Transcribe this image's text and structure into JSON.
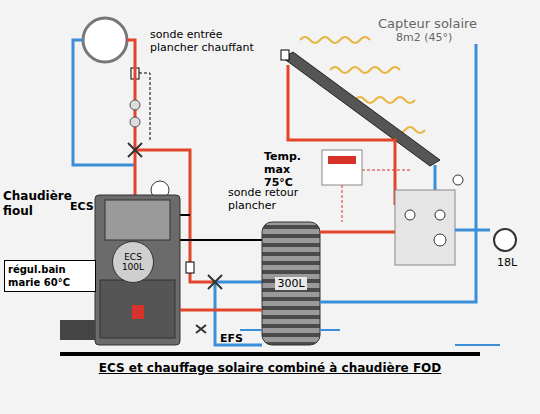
{
  "diagram": {
    "caption": "ECS et chauffage solaire combiné à chaudière FOD",
    "nodes": [
      {
        "text": [
          "Capteur solaire",
          "8m2 (45°)"
        ]
      },
      {
        "text": [
          "Chaudière fioul"
        ]
      },
      {
        "text": [
          "ECS 100L"
        ],
        "in": 1
      },
      {
        "text": [
          "régul.bain marie 60°C"
        ]
      },
      {
        "text": [
          "300L"
        ]
      },
      {
        "text": [
          "18L"
        ]
      }
    ],
    "edges": [
      {
        "from": 0,
        "to": 4,
        "arrow": "none"
      },
      {
        "from": 1,
        "to": 4,
        "arrow": "none"
      }
    ],
    "labels": [
      "sonde entrée plancher chauffant",
      "Temp. max 75°C",
      "sonde retour plancher",
      "ECS",
      "EFS"
    ]
  }
}
